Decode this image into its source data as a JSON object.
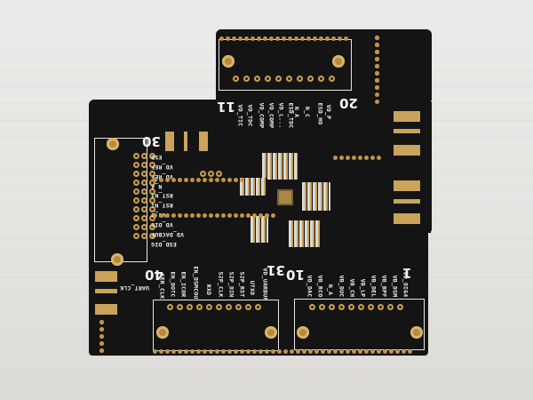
{
  "scene": {
    "description": "Photo of a black printed circuit board with gold ENIG pads on white paper",
    "board_color": "#141414",
    "pad_color": "#c9a45a",
    "silkscreen_color": "#f2f2f2"
  },
  "connectors": {
    "top": {
      "pin_start": "11",
      "pin_end": "20",
      "labels": [
        "VD_TIC",
        "VD_TDC",
        "VD_COMP",
        "VD_COMP",
        "VD_L...",
        "ESD_TDC",
        "N_A",
        "N_C",
        "ESD_HO",
        "VD_P"
      ]
    },
    "left": {
      "pin_start": "30",
      "pin_end": "21",
      "labels": [
        "ESD",
        "VD_REF",
        "VD_REF",
        "N_A",
        "RST_N3",
        "RST_N1",
        "VS_D",
        "VD_DIG",
        "VD_DACBUF",
        "ESD_DIG"
      ]
    },
    "bottom_left": {
      "pin_start": "40",
      "pin_end": "31",
      "labels": [
        "SER_CLK",
        "EN_DOTC",
        "EN_ICOR",
        "EN_DSMCOU",
        "RXD",
        "S2P_CLK",
        "S2P_DIN",
        "S2P_RST",
        "UTXD",
        "VD_UARBUF"
      ]
    },
    "bottom_right": {
      "pin_start": "10",
      "pin_end": "1",
      "labels": [
        "VD_DAC",
        "VB_RCO",
        "N_A",
        "VB_DUC",
        "VB_CH",
        "VB_LP",
        "VB_DEL",
        "VB_BPF",
        "VB_DSM",
        "VD_DIG4"
      ]
    }
  },
  "misc_labels": {
    "uart": "UART_CLK",
    "num_11": "11",
    "num_20": "20",
    "num_30": "30",
    "num_21": "21",
    "num_40": "40",
    "num_31": "31",
    "num_10": "10",
    "num_1": "1"
  }
}
